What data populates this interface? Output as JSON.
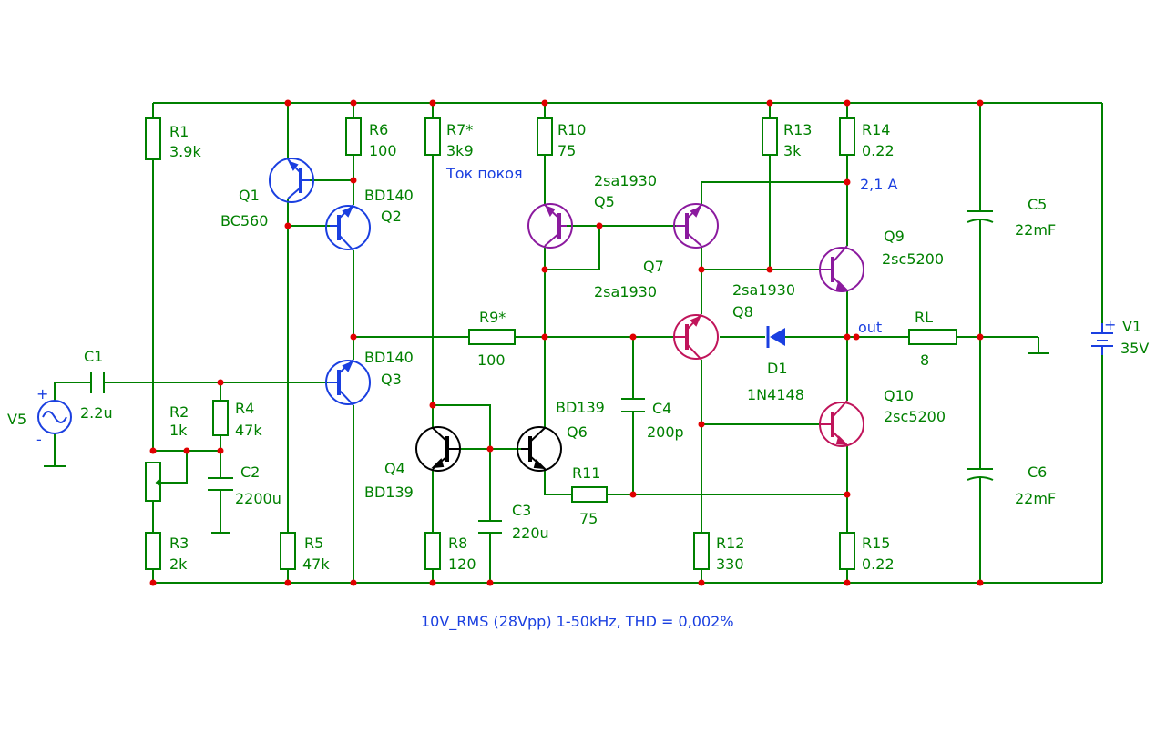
{
  "components": {
    "R1": {
      "name": "R1",
      "value": "3.9k"
    },
    "R2": {
      "name": "R2",
      "value": "1k"
    },
    "R3": {
      "name": "R3",
      "value": "2k"
    },
    "R4": {
      "name": "R4",
      "value": "47k"
    },
    "R5": {
      "name": "R5",
      "value": "47k"
    },
    "R6": {
      "name": "R6",
      "value": "100"
    },
    "R7": {
      "name": "R7*",
      "value": "3k9",
      "note": "Ток покоя"
    },
    "R8": {
      "name": "R8",
      "value": "120"
    },
    "R9": {
      "name": "R9*",
      "value": "100"
    },
    "R10": {
      "name": "R10",
      "value": "75"
    },
    "R11": {
      "name": "R11",
      "value": "75"
    },
    "R12": {
      "name": "R12",
      "value": "330"
    },
    "R13": {
      "name": "R13",
      "value": "3k"
    },
    "R14": {
      "name": "R14",
      "value": "0.22",
      "note": "2,1 A"
    },
    "R15": {
      "name": "R15",
      "value": "0.22"
    },
    "RL": {
      "name": "RL",
      "value": "8"
    },
    "C1": {
      "name": "C1",
      "value": "2.2u"
    },
    "C2": {
      "name": "C2",
      "value": "2200u"
    },
    "C3": {
      "name": "C3",
      "value": "220u"
    },
    "C4": {
      "name": "C4",
      "value": "200p"
    },
    "C5": {
      "name": "C5",
      "value": "22mF"
    },
    "C6": {
      "name": "C6",
      "value": "22mF"
    },
    "Q1": {
      "name": "Q1",
      "model": "BC560"
    },
    "Q2": {
      "name": "Q2",
      "model": "BD140"
    },
    "Q3": {
      "name": "Q3",
      "model": "BD140"
    },
    "Q4": {
      "name": "Q4",
      "model": "BD139"
    },
    "Q5": {
      "name": "Q5",
      "model": "2sa1930"
    },
    "Q6": {
      "name": "Q6",
      "model": "BD139"
    },
    "Q7": {
      "name": "Q7",
      "model": "2sa1930"
    },
    "Q8": {
      "name": "Q8",
      "model": "2sa1930"
    },
    "Q9": {
      "name": "Q9",
      "model": "2sc5200"
    },
    "Q10": {
      "name": "Q10",
      "model": "2sc5200"
    },
    "D1": {
      "name": "D1",
      "model": "1N4148"
    },
    "V1": {
      "name": "V1",
      "value": "35V",
      "plus": "+",
      "minus": "-"
    },
    "V5": {
      "name": "V5",
      "plus": "+",
      "minus": "-"
    }
  },
  "net_labels": {
    "out": "out"
  },
  "caption": "10V_RMS (28Vpp) 1-50kHz, THD = 0,002%",
  "colors": {
    "wire": "#008000",
    "junction": "#e00000",
    "symbol": "#1a3fe0",
    "note": "#1a3fe0",
    "bd139": "#000000",
    "pnp_output": "#8b1a9e",
    "npn_output": "#c0145a"
  }
}
